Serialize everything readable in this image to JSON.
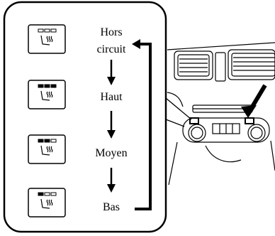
{
  "levels": [
    {
      "label_lines": [
        "Hors",
        "circuit"
      ],
      "indicator": [
        0,
        0,
        0
      ],
      "icon": "heated-seat-icon"
    },
    {
      "label_lines": [
        "Haut"
      ],
      "indicator": [
        1,
        1,
        1
      ],
      "icon": "heated-seat-icon"
    },
    {
      "label_lines": [
        "Moyen"
      ],
      "indicator": [
        1,
        1,
        0
      ],
      "icon": "heated-seat-icon"
    },
    {
      "label_lines": [
        "Bas"
      ],
      "indicator": [
        1,
        0,
        0
      ],
      "icon": "heated-seat-icon"
    }
  ],
  "colors": {
    "ink": "#000000",
    "paper": "#ffffff"
  },
  "icons": [
    "down-arrow-icon",
    "return-arrow-icon",
    "pointer-arrow-icon"
  ]
}
